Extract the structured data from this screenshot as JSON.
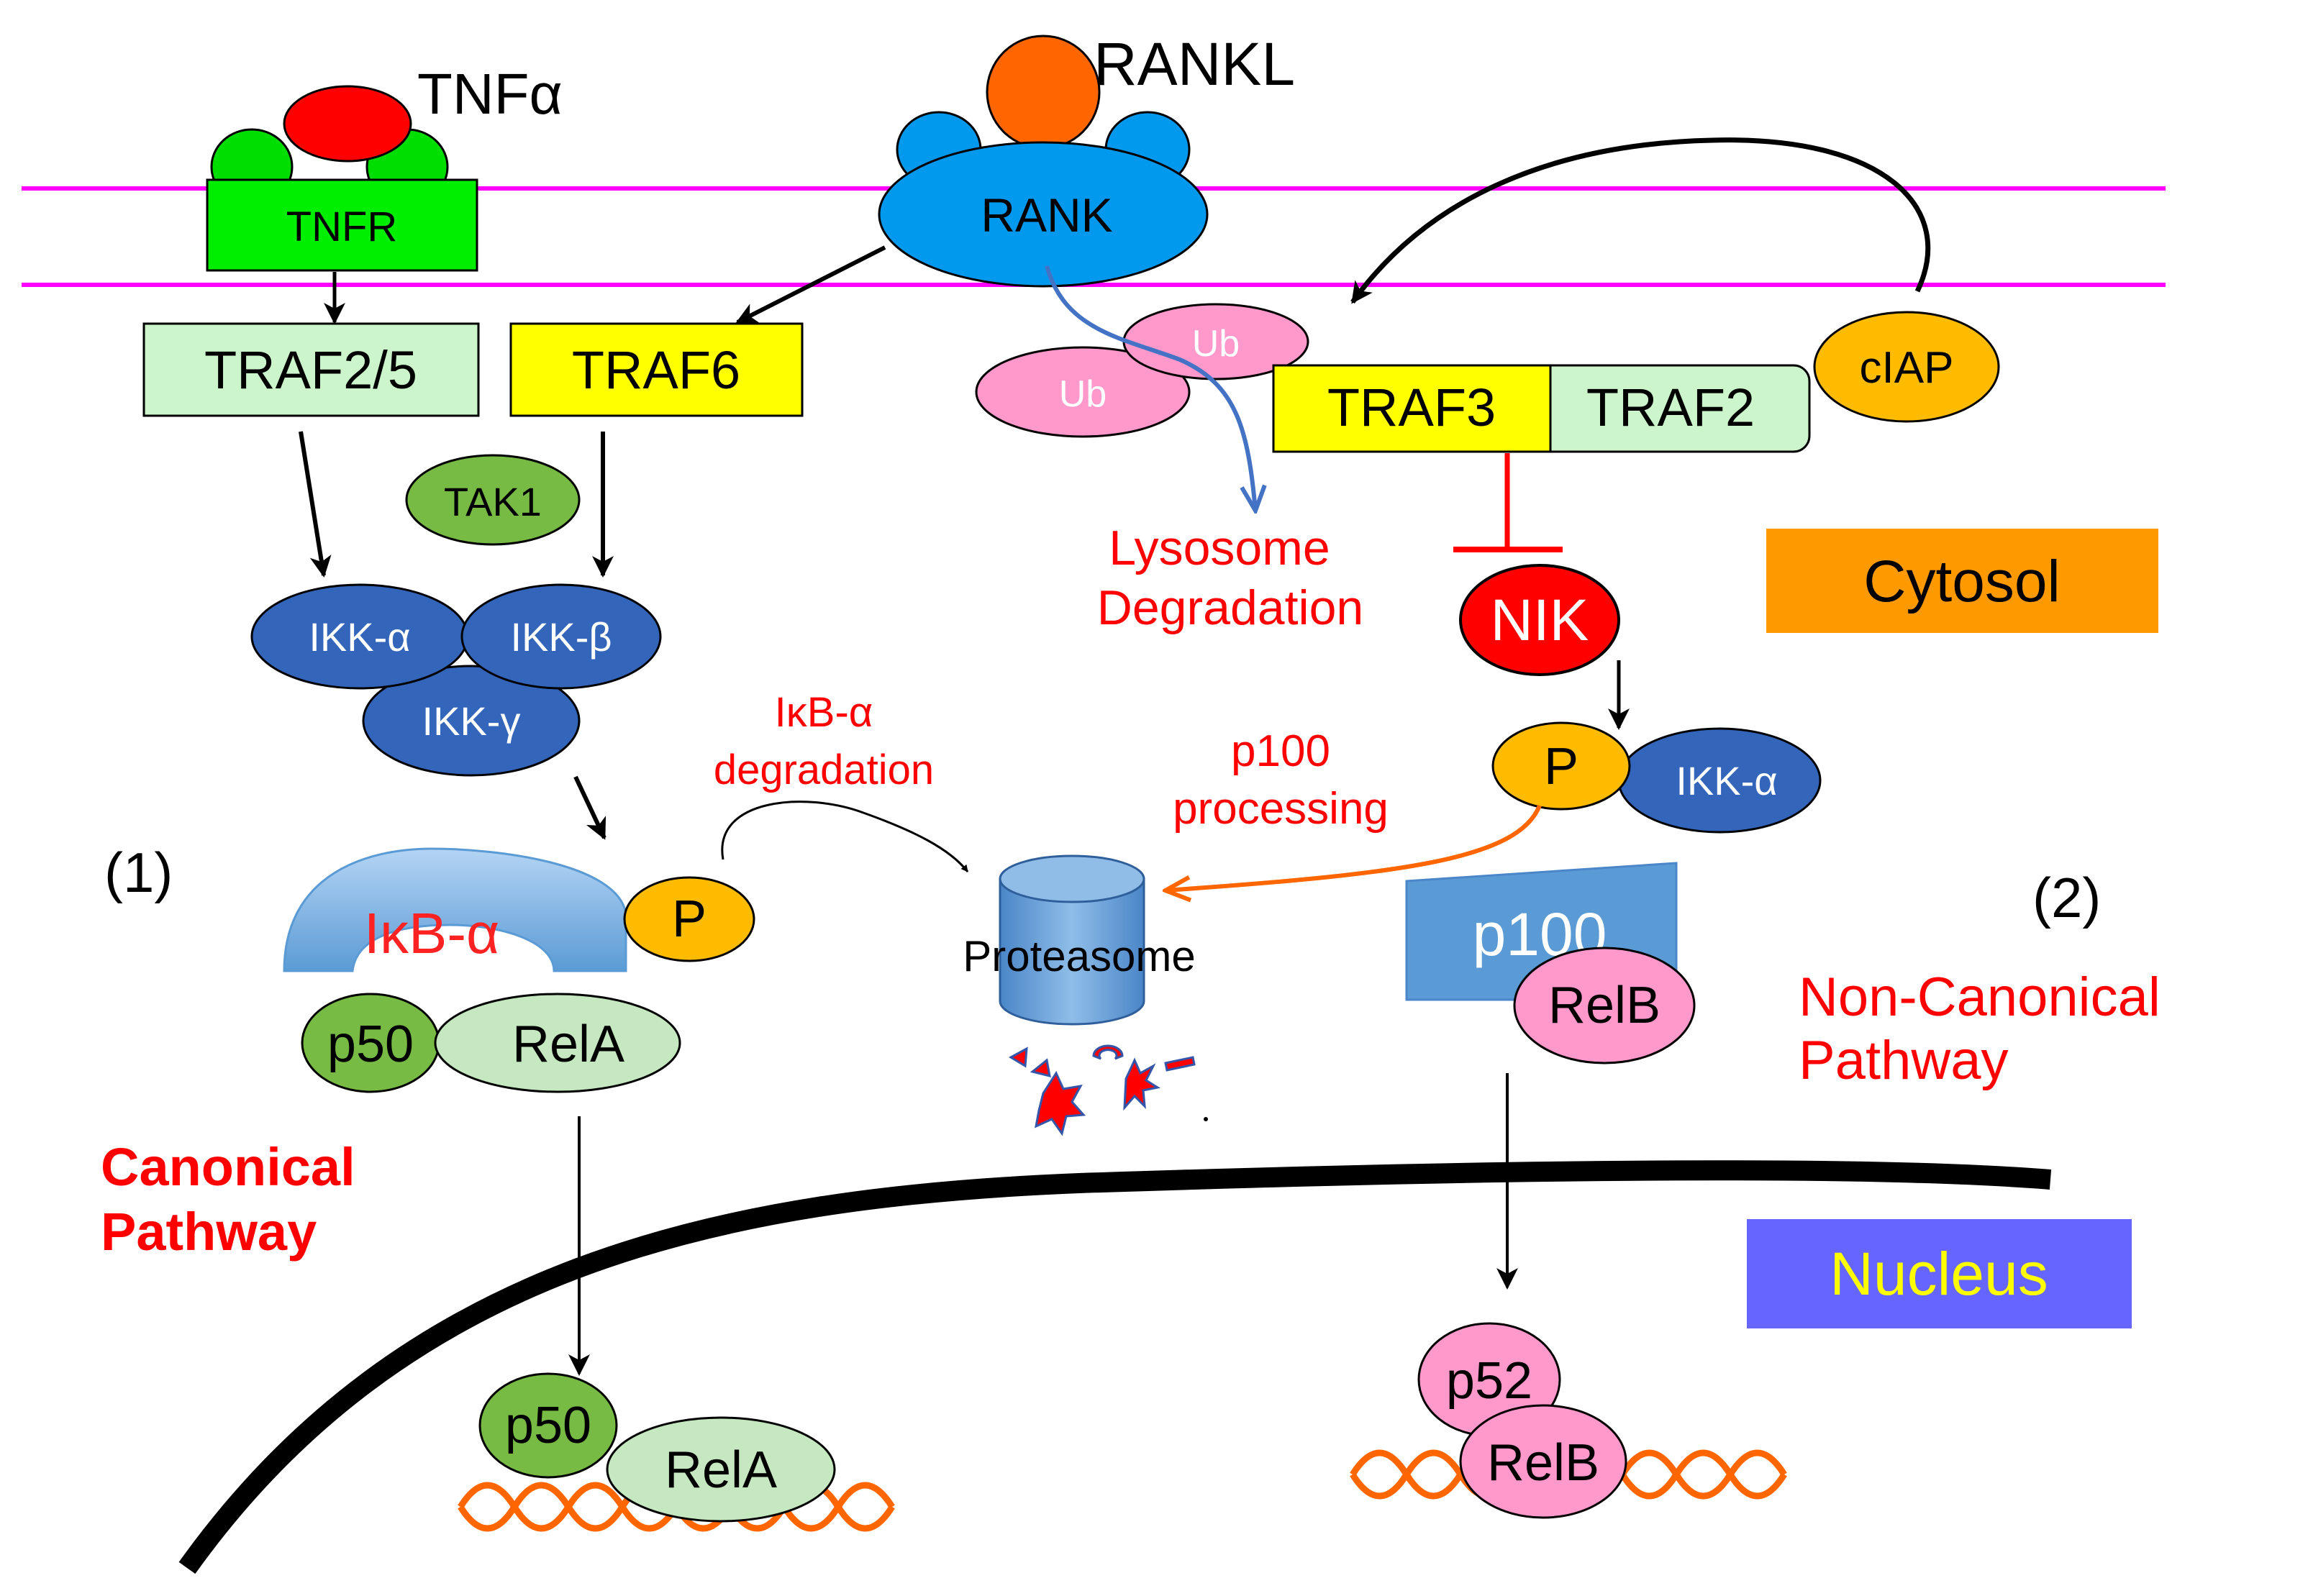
{
  "ligands": {
    "tnfa": "TNFα",
    "rankl": "RANKL"
  },
  "receptors": {
    "tnfr": "TNFR",
    "rank": "RANK"
  },
  "adaptors": {
    "traf25": "TRAF2/5",
    "traf6": "TRAF6",
    "tak1": "TAK1",
    "ub1": "Ub",
    "ub2": "Ub",
    "traf3": "TRAF3",
    "traf2": "TRAF2",
    "ciap": "cIAP"
  },
  "ikk": {
    "alpha": "IKK-α",
    "beta": "IKK-β",
    "gamma": "IKK-γ"
  },
  "nik": "NIK",
  "p_label": "P",
  "p_ikk_alpha": "IKK-α",
  "proteins": {
    "ikba": "IκB-α",
    "p50": "p50",
    "rela": "RelA",
    "p100": "p100",
    "relb": "RelB",
    "p52": "p52"
  },
  "proteasome": "Proteasome",
  "annotations": {
    "ikba_deg_1": "IκB-α",
    "ikba_deg_2": "degradation",
    "p100_proc_1": "p100",
    "p100_proc_2": "processing",
    "lyso_1": "Lysosome",
    "lyso_2": "Degradation",
    "path1_num": "(1)",
    "path2_num": "(2)",
    "canonical_1": "Canonical",
    "canonical_2": "Pathway",
    "noncanonical_1": "Non-Canonical",
    "noncanonical_2": "Pathway"
  },
  "compartments": {
    "cytosol": "Cytosol",
    "nucleus": "Nucleus"
  },
  "colors": {
    "membrane": "#ff00ff",
    "tnfr_green": "#00ee00",
    "ligand_red": "#ff0000",
    "rankl_orange": "#ff6600",
    "rank_blue": "#0099ee",
    "traf_lightgreen": "#ccf5cc",
    "traf_yellow": "#ffff00",
    "ikk_blue": "#3366bb",
    "pink": "#ff99cc",
    "p_orange": "#ffbb00",
    "dna_orange": "#ff6600",
    "cytosol_box": "#ff9900",
    "nucleus_box": "#6666ff",
    "nucleus_text": "#ffff00",
    "annotation_red": "#ff0000"
  }
}
